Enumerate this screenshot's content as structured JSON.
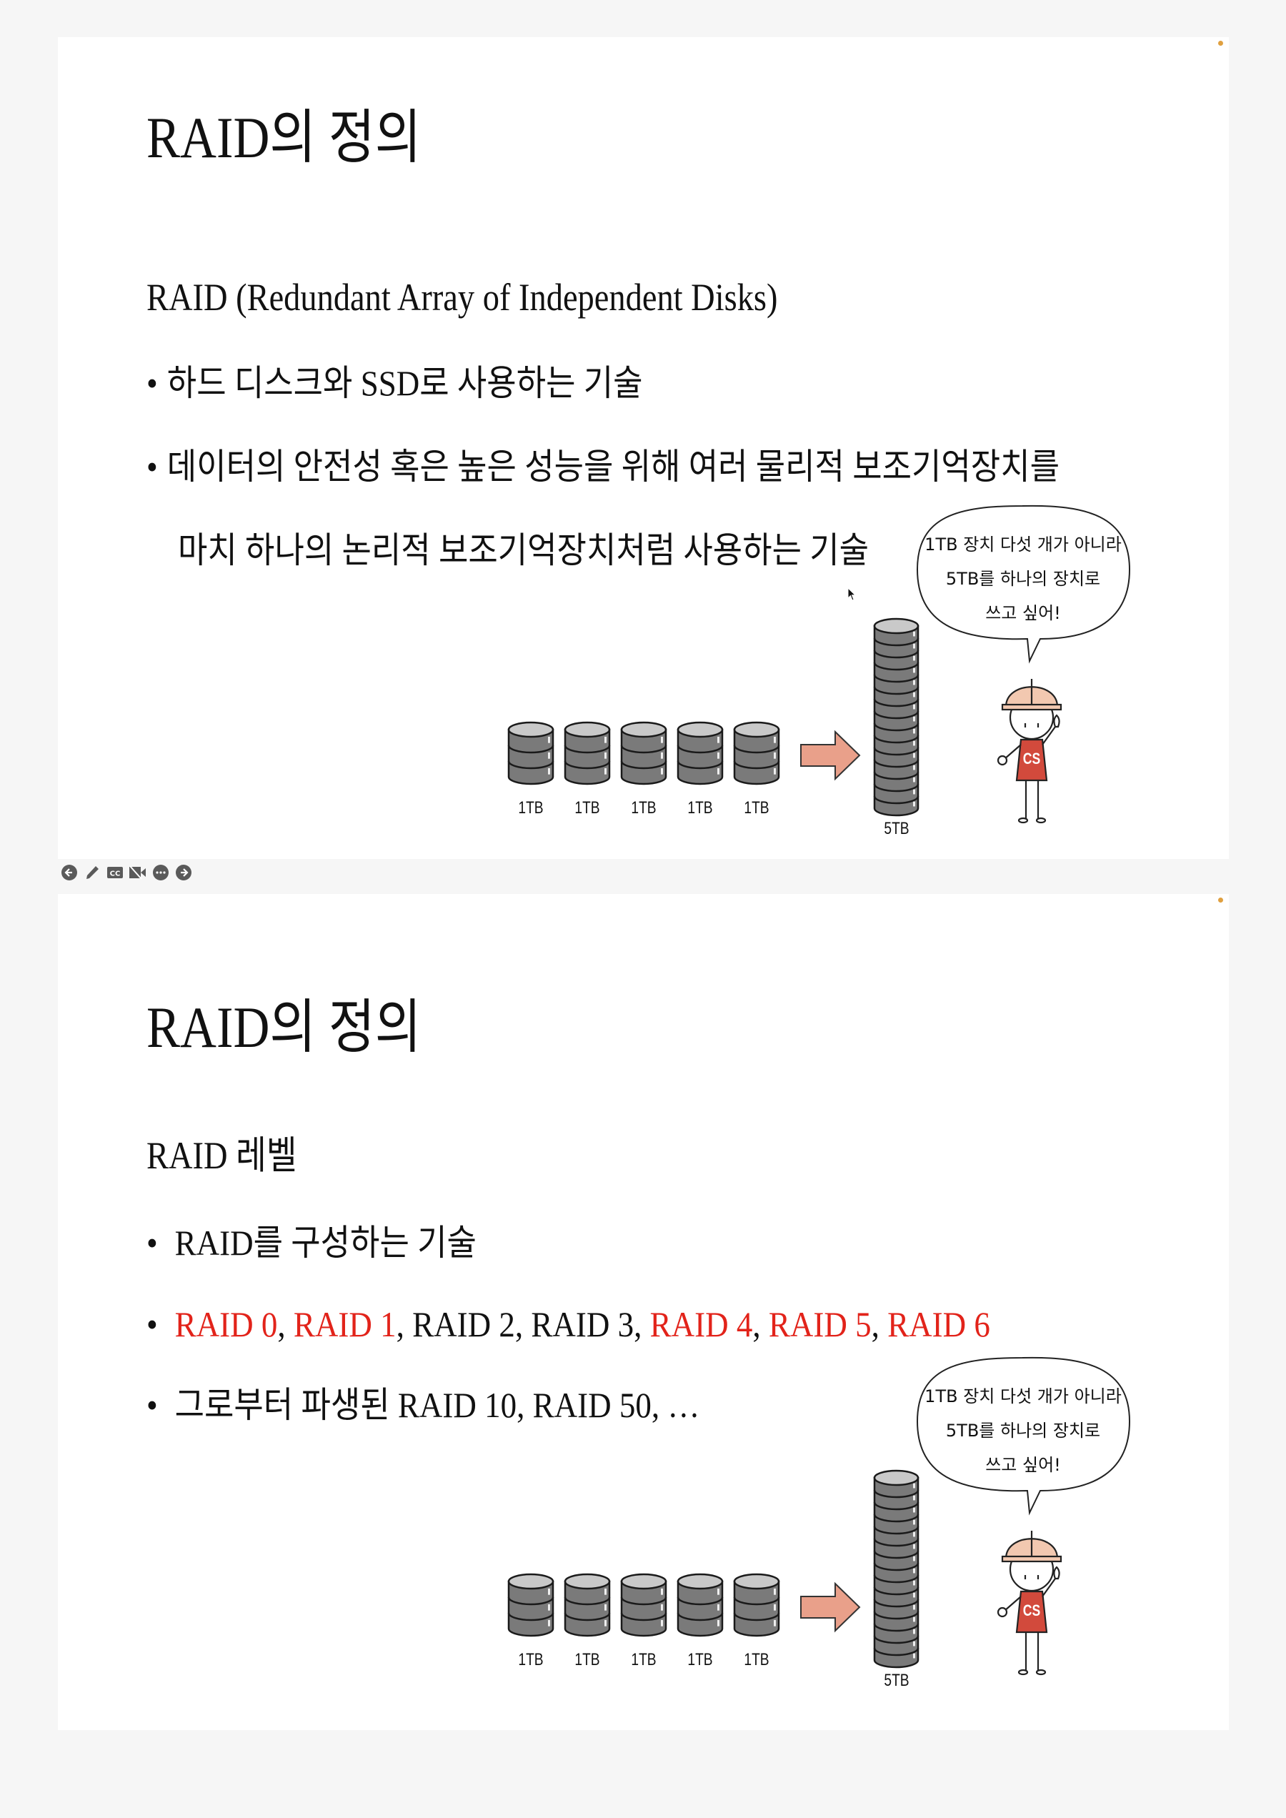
{
  "colors": {
    "accent_red": "#e2231a",
    "shirt_red": "#d24a3c",
    "helmet": "#f2c8b0",
    "arrow": "#e9a08a",
    "disk_gray": "#7a7a7a",
    "disk_top": "#c9c9c9"
  },
  "slide1": {
    "title": "RAID의 정의",
    "subtitle": "RAID (Redundant Array of Independent Disks)",
    "bullets": [
      "하드 디스크와 SSD로 사용하는 기술",
      "데이터의 안전성 혹은 높은 성능을 위해 여러 물리적 보조기억장치를",
      "마치 하나의 논리적 보조기억장치처럼 사용하는 기술"
    ]
  },
  "slide2": {
    "title": "RAID의 정의",
    "subtitle": "RAID 레벨",
    "bullet1": "RAID를 구성하는 기술",
    "bullet2": [
      {
        "text": "RAID 0",
        "red": true
      },
      {
        "text": ", ",
        "red": false
      },
      {
        "text": "RAID 1",
        "red": true
      },
      {
        "text": ", RAID 2, RAID 3, ",
        "red": false
      },
      {
        "text": "RAID 4",
        "red": true
      },
      {
        "text": ", ",
        "red": false
      },
      {
        "text": "RAID 5",
        "red": true
      },
      {
        "text": ", ",
        "red": false
      },
      {
        "text": "RAID 6",
        "red": true
      }
    ],
    "bullet3": "그로부터 파생된 RAID 10, RAID 50, …"
  },
  "illustration": {
    "disk_labels": [
      "1TB",
      "1TB",
      "1TB",
      "1TB",
      "1TB"
    ],
    "combined_label": "5TB",
    "bubble_lines": [
      "1TB 장치 다섯 개가 아니라",
      "5TB를 하나의 장치로",
      "쓰고 싶어!"
    ],
    "shirt_text": "CS"
  },
  "toolbar": {
    "icons": [
      "arrow-left-icon",
      "pencil-icon",
      "closed-caption-icon",
      "video-off-icon",
      "more-icon",
      "arrow-right-icon"
    ]
  }
}
